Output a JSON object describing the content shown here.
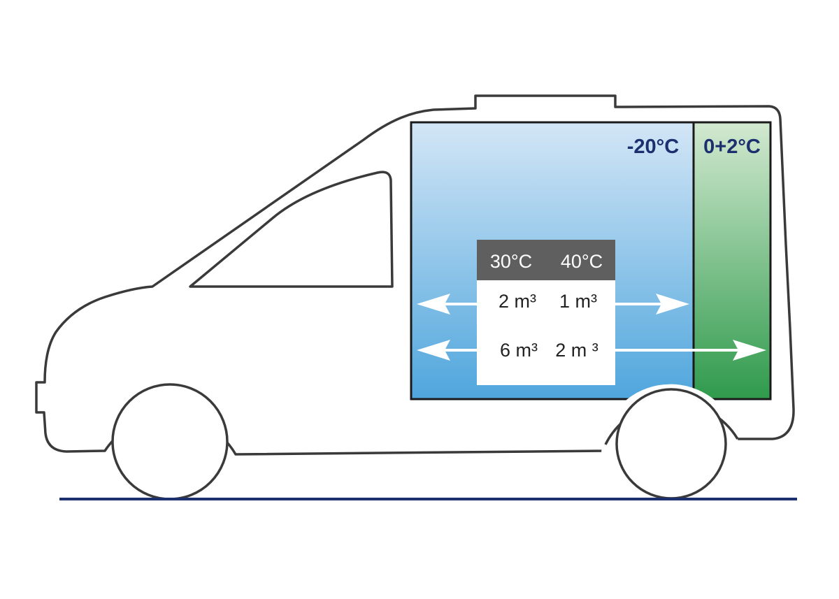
{
  "diagram": {
    "zones": [
      {
        "label": "-20°C",
        "fill_top": "#d3e6f6",
        "fill_bottom": "#4fa6dd",
        "label_color": "#1c2f6e"
      },
      {
        "label": "0+2°C",
        "fill_top": "#d2e9d0",
        "fill_bottom": "#2f9a4c",
        "label_color": "#1c2f6e"
      }
    ],
    "table": {
      "header": [
        "30°C",
        "40°C"
      ],
      "rows": [
        [
          "2 m³",
          "1 m³"
        ],
        [
          "6 m³",
          "2 m ³"
        ]
      ],
      "header_bg": "#5f5f5f"
    },
    "colors": {
      "outline": "#3a3a3a",
      "ground": "#1c2f6e",
      "arrow": "#ffffff"
    }
  }
}
